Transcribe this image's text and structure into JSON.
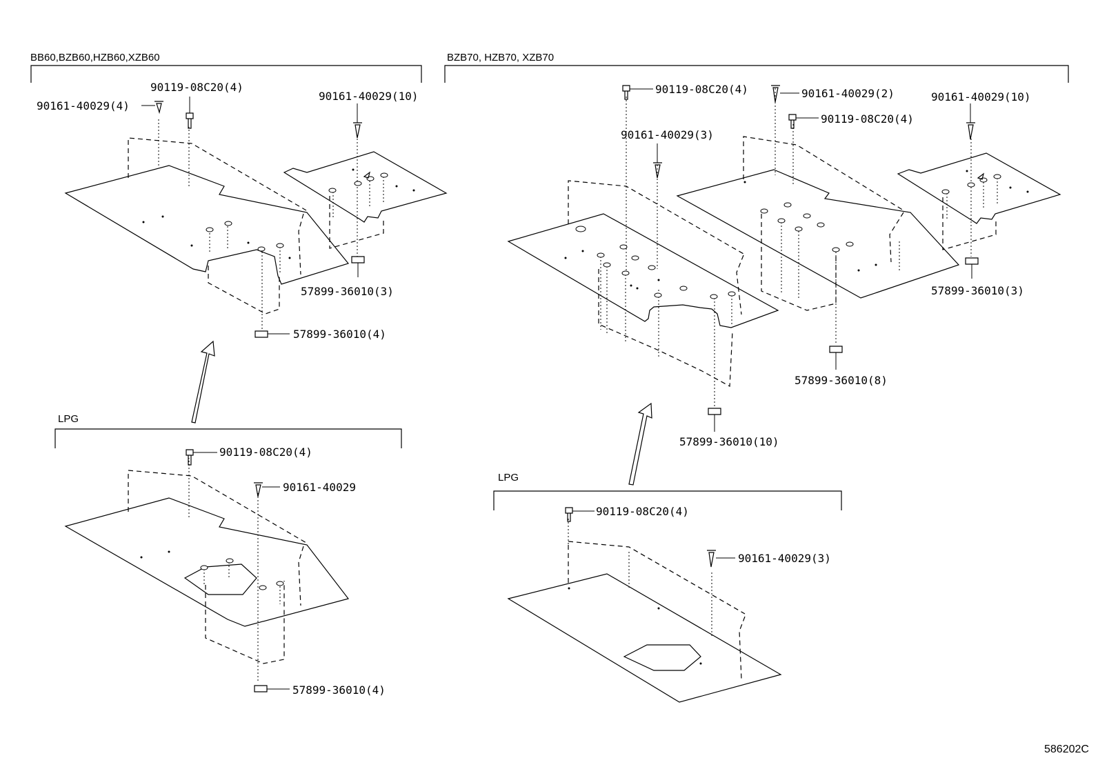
{
  "groups": {
    "g60": {
      "label": "BB60,BZB60,HZB60,XZB60"
    },
    "g70": {
      "label": "BZB70, HZB70, XZB70"
    },
    "lpg60": {
      "label": "LPG"
    },
    "lpg70": {
      "label": "LPG"
    }
  },
  "callouts": {
    "a1": "90161-40029(4)",
    "a2": "90119-08C20(4)",
    "a3": "90161-40029(10)",
    "a4": "57899-36010(3)",
    "a5": "57899-36010(4)",
    "b1": "90119-08C20(4)",
    "b2": "90161-40029",
    "b3": "57899-36010(4)",
    "c1": "90119-08C20(4)",
    "c2": "90161-40029(2)",
    "c3": "90119-08C20(4)",
    "c4": "90161-40029(10)",
    "c5": "90161-40029(3)",
    "c6": "57899-36010(3)",
    "c7": "57899-36010(8)",
    "c8": "57899-36010(10)",
    "d1": "90119-08C20(4)",
    "d2": "90161-40029(3)"
  },
  "figure_id": "586202C"
}
